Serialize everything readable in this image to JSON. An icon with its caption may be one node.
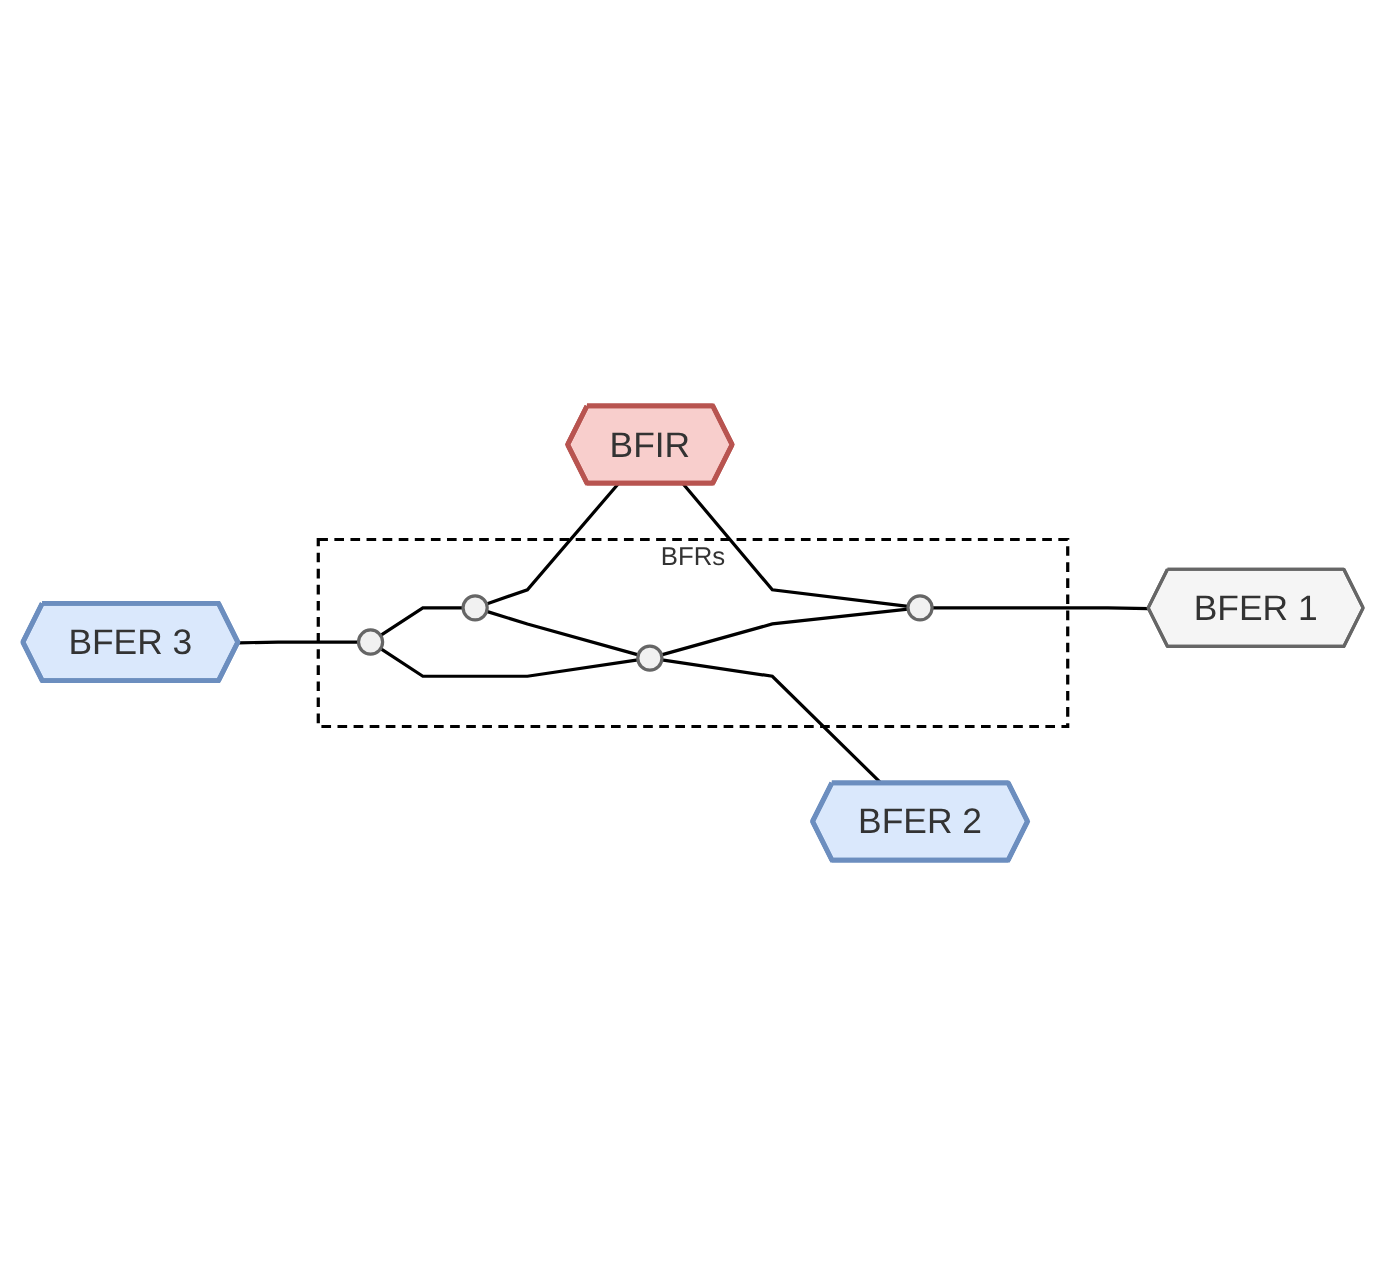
{
  "diagram": {
    "nodes": [
      {
        "text": [
          "BFRs"
        ]
      },
      {
        "text": [
          "BFER 3"
        ]
      },
      {
        "text": [],
        "shape": "circle",
        "in": 0
      },
      {
        "text": [
          "BFER 2"
        ]
      },
      {
        "text": [],
        "shape": "circle",
        "in": 0
      },
      {
        "text": [],
        "shape": "circle",
        "in": 0
      },
      {
        "text": [
          "BFER 1"
        ]
      },
      {
        "text": [],
        "shape": "circle",
        "in": 0
      },
      {
        "text": [
          "BFIR"
        ]
      }
    ],
    "edges": [
      {
        "from": 1,
        "to": 2,
        "arrow": "none"
      },
      {
        "from": 2,
        "to": 4,
        "arrow": "none"
      },
      {
        "from": 2,
        "to": 5,
        "arrow": "none"
      },
      {
        "from": 5,
        "to": 3,
        "arrow": "none"
      },
      {
        "from": 4,
        "to": 5,
        "arrow": "none"
      },
      {
        "from": 4,
        "to": 8,
        "arrow": "none"
      },
      {
        "from": 5,
        "to": 7,
        "arrow": "none"
      },
      {
        "from": 7,
        "to": 6,
        "arrow": "none"
      },
      {
        "from": 8,
        "to": 7,
        "arrow": "none"
      }
    ]
  }
}
